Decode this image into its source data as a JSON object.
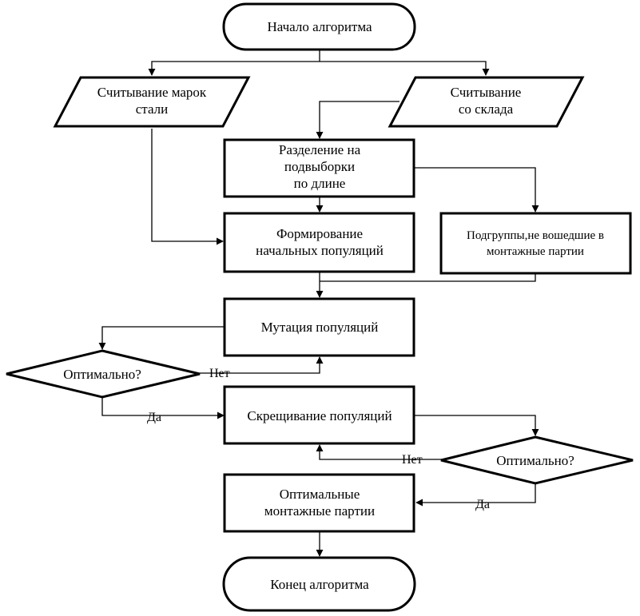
{
  "nodes": {
    "start": "Начало алгоритма",
    "read_grades": [
      "Считывание марок",
      "стали"
    ],
    "read_warehouse": [
      "Считывание",
      "со склада"
    ],
    "split": [
      "Разделение на",
      "подвыборки",
      "по длине"
    ],
    "form": [
      "Формирование",
      "начальных популяций"
    ],
    "subgroups": [
      "Подгруппы,не вошедшие в",
      "монтажные партии"
    ],
    "mutation": "Мутация популяций",
    "optimal1": "Оптимально?",
    "crossover": "Скрещивание популяций",
    "optimal2": "Оптимально?",
    "result": [
      "Оптимальные",
      "монтажные партии"
    ],
    "end": "Конец алгоритма"
  },
  "edges": {
    "no1": "Нет",
    "yes1": "Да",
    "no2": "Нет",
    "yes2": "Да"
  }
}
